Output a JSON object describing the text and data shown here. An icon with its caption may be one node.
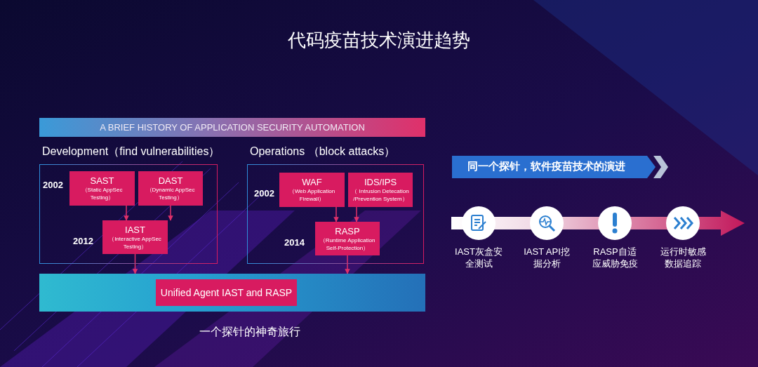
{
  "diagram": {
    "title": "代码疫苗技术演进趋势",
    "caption": "一个探针的神奇旅行",
    "nodes": [
      {
        "text": [
          "A BRIEF HISTORY OF APPLICATION SECURITY AUTOMATION"
        ]
      },
      {
        "text": [
          "Development（find vulnerabilities）"
        ]
      },
      {
        "text": [
          "SAST",
          "（Static  AppSec Testing）"
        ],
        "in": 1,
        "beside": [
          "2002"
        ]
      },
      {
        "text": [
          "DAST",
          "（Dynamic  AppSec Testing）"
        ],
        "in": 1
      },
      {
        "text": [
          "IAST",
          "（Interactive AppSec Testing）"
        ],
        "in": 1,
        "beside": [
          "2012"
        ]
      },
      {
        "text": [
          "Operations （block attacks）"
        ]
      },
      {
        "text": [
          "WAF",
          "（Web Application Firewall）"
        ],
        "in": 5,
        "beside": [
          "2002"
        ]
      },
      {
        "text": [
          "IDS/IPS",
          "（ Intrusion Detecation /Prevention System）"
        ],
        "in": 5
      },
      {
        "text": [
          "RASP",
          "（Runtime  Application Self-Protection）"
        ],
        "in": 5,
        "beside": [
          "2014"
        ]
      },
      {
        "text": [],
        "shape": "bar"
      },
      {
        "text": [
          "Unified Agent IAST and RASP"
        ],
        "in": 9
      },
      {
        "text": [
          "同一个探针，软件疫苗技术的演进"
        ]
      },
      {
        "text": [],
        "shape": "circle",
        "beside": [
          "IAST灰盒安全测试"
        ]
      },
      {
        "text": [],
        "shape": "circle",
        "beside": [
          "IAST API挖掘分析"
        ]
      },
      {
        "text": [],
        "shape": "circle",
        "beside": [
          "RASP自适应威胁免疫"
        ]
      },
      {
        "text": [],
        "shape": "circle",
        "beside": [
          "运行时敏感数据追踪"
        ]
      }
    ],
    "edges": [
      {
        "from": 2,
        "to": 4,
        "arrow": "to"
      },
      {
        "from": 3,
        "to": 4,
        "arrow": "to"
      },
      {
        "from": 4,
        "to": 9,
        "arrow": "to"
      },
      {
        "from": 6,
        "to": 8,
        "arrow": "to"
      },
      {
        "from": 7,
        "to": 8,
        "arrow": "to"
      },
      {
        "from": 8,
        "to": 9,
        "arrow": "to"
      }
    ]
  }
}
